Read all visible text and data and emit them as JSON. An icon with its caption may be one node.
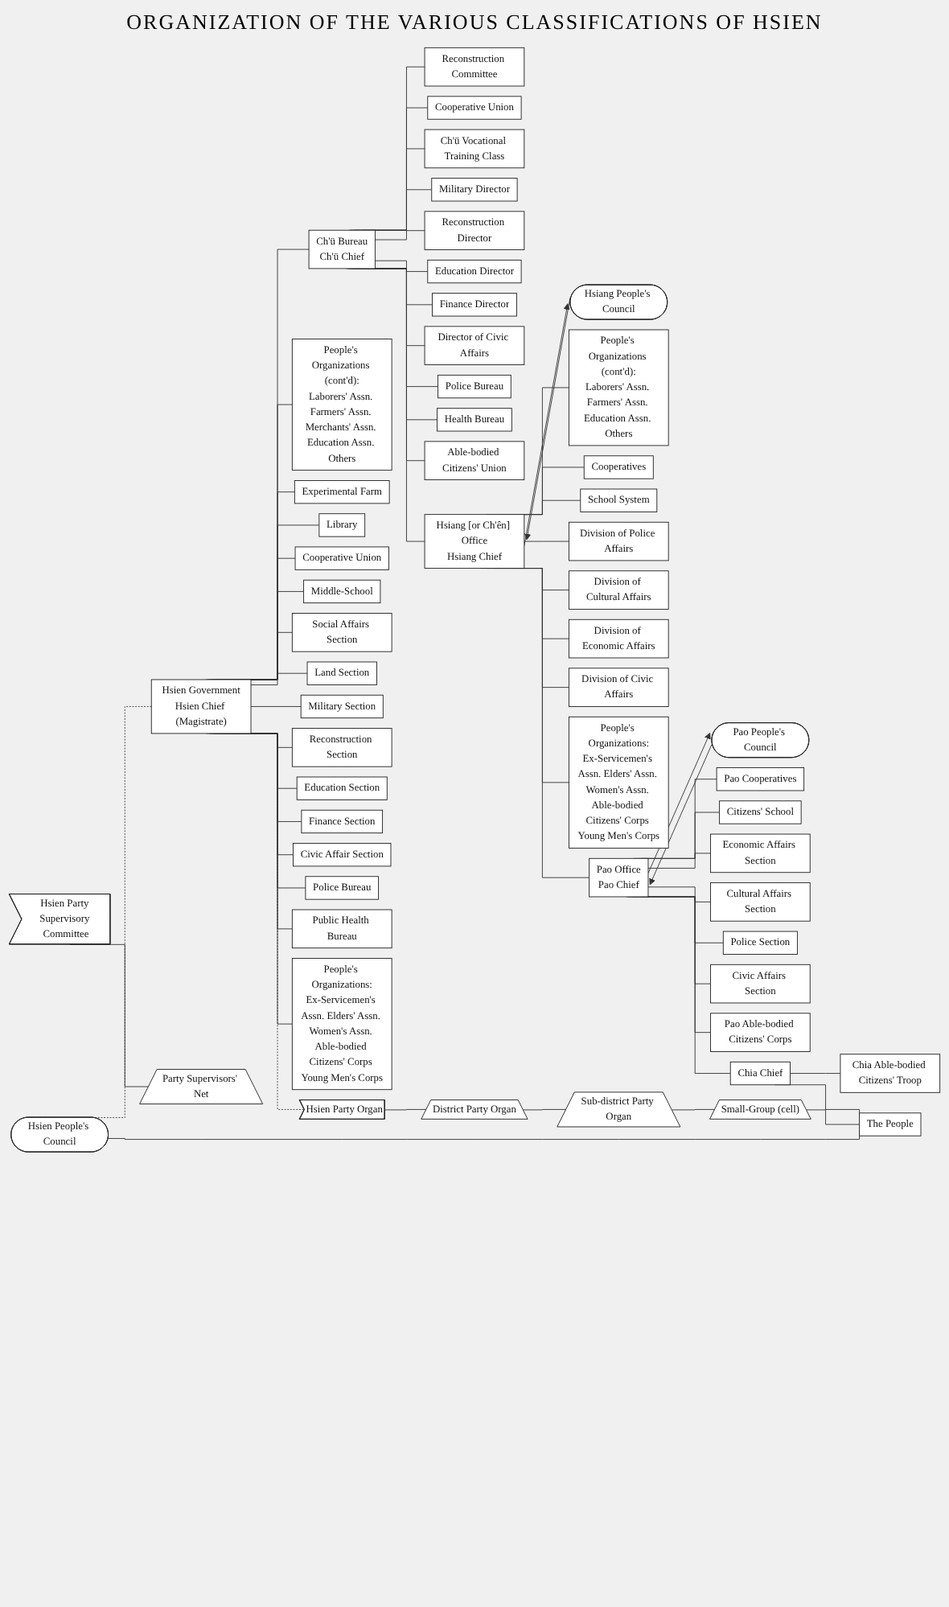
{
  "diagram": {
    "title": "ORGANIZATION OF THE VARIOUS CLASSIFICATIONS OF HSIEN",
    "nodes": [
      {
        "text": [
          "Hsien People's Council"
        ]
      },
      {
        "text": [
          "Hsien Government",
          "Hsien Chief (Magistrate)"
        ]
      },
      {
        "text": [
          "Hsien Party Organ"
        ]
      },
      {
        "text": [
          "Hsien Party Supervisory Committee"
        ]
      },
      {
        "text": [
          "People's Organizations (cont'd):",
          "Laborers' Assn. Farmers' Assn. Merchants' Assn. Education Assn. Others"
        ]
      },
      {
        "text": [
          "Experimental Farm"
        ]
      },
      {
        "text": [
          "Library"
        ]
      },
      {
        "text": [
          "Cooperative Union"
        ]
      },
      {
        "text": [
          "Middle-School"
        ]
      },
      {
        "text": [
          "Social Affairs Section"
        ]
      },
      {
        "text": [
          "Land Section"
        ]
      },
      {
        "text": [
          "Military Section"
        ]
      },
      {
        "text": [
          "Reconstruction Section"
        ]
      },
      {
        "text": [
          "Education Section"
        ]
      },
      {
        "text": [
          "Finance Section"
        ]
      },
      {
        "text": [
          "Civic Affair Section"
        ]
      },
      {
        "text": [
          "Police Bureau"
        ]
      },
      {
        "text": [
          "Public Health Bureau"
        ]
      },
      {
        "text": [
          "People's Organizations:",
          "Ex-Servicemen's Assn. Elders' Assn. Women's Assn. Able-bodied Citizens' Corps Young Men's Corps"
        ]
      },
      {
        "text": [
          "Ch'ü Bureau",
          "Ch'ü Chief"
        ]
      },
      {
        "text": [
          "Reconstruction Committee"
        ]
      },
      {
        "text": [
          "Cooperative Union"
        ]
      },
      {
        "text": [
          "Ch'ü Vocational Training Class"
        ]
      },
      {
        "text": [
          "Military Director"
        ]
      },
      {
        "text": [
          "Reconstruction Director"
        ]
      },
      {
        "text": [
          "Education Director"
        ]
      },
      {
        "text": [
          "Finance Director"
        ]
      },
      {
        "text": [
          "Director of Civic Affairs"
        ]
      },
      {
        "text": [
          "Police Bureau"
        ]
      },
      {
        "text": [
          "Health Bureau"
        ]
      },
      {
        "text": [
          "Able-bodied Citizens' Union"
        ]
      },
      {
        "text": [
          "District Party Organ"
        ]
      },
      {
        "text": [
          "Hsiang People's Council"
        ]
      },
      {
        "text": [
          "Hsiang [or Ch'ên] Office",
          "Hsiang Chief"
        ]
      },
      {
        "text": [
          "People's Organizations (cont'd):",
          "Laborers' Assn. Farmers' Assn. Education Assn. Others"
        ]
      },
      {
        "text": [
          "Cooperatives"
        ]
      },
      {
        "text": [
          "School System"
        ]
      },
      {
        "text": [
          "Division of Police Affairs"
        ]
      },
      {
        "text": [
          "Division of Cultural Affairs"
        ]
      },
      {
        "text": [
          "Division of Economic Affairs"
        ]
      },
      {
        "text": [
          "Division of Civic Affairs"
        ]
      },
      {
        "text": [
          "People's Organizations:",
          "Ex-Servicemen's Assn. Elders' Assn. Women's Assn. Able-bodied Citizens' Corps Young Men's Corps"
        ]
      },
      {
        "text": [
          "Sub-district Party Organ"
        ]
      },
      {
        "text": [
          "Pao People's Council"
        ]
      },
      {
        "text": [
          "Pao Office",
          "Pao Chief"
        ]
      },
      {
        "text": [
          "Pao Cooperatives"
        ]
      },
      {
        "text": [
          "Citizens' School"
        ]
      },
      {
        "text": [
          "Economic Affairs Section"
        ]
      },
      {
        "text": [
          "Cultural Affairs Section"
        ]
      },
      {
        "text": [
          "Police Section"
        ]
      },
      {
        "text": [
          "Civic Affairs Section"
        ]
      },
      {
        "text": [
          "Pao Able-bodied Citizens' Corps"
        ]
      },
      {
        "text": [
          "Small-Group (cell)"
        ]
      },
      {
        "text": [
          "Chia Chief"
        ]
      },
      {
        "text": [
          "Chia Able-bodied Citizens' Troop"
        ]
      },
      {
        "text": [
          "Party Supervisors' Net"
        ]
      },
      {
        "text": [
          "The People"
        ]
      }
    ],
    "edges": [
      {
        "from": 0,
        "to": 1,
        "arrow": "none",
        "style": "dashed"
      },
      {
        "from": 1,
        "to": 2,
        "arrow": "none",
        "style": "dashed"
      },
      {
        "from": 0,
        "to": 56,
        "arrow": "none"
      },
      {
        "from": 1,
        "to": 4,
        "arrow": "none"
      },
      {
        "from": 1,
        "to": 5,
        "arrow": "none"
      },
      {
        "from": 1,
        "to": 6,
        "arrow": "none"
      },
      {
        "from": 1,
        "to": 7,
        "arrow": "none"
      },
      {
        "from": 1,
        "to": 8,
        "arrow": "none"
      },
      {
        "from": 1,
        "to": 9,
        "arrow": "none"
      },
      {
        "from": 1,
        "to": 10,
        "arrow": "none"
      },
      {
        "from": 1,
        "to": 11,
        "arrow": "none"
      },
      {
        "from": 1,
        "to": 12,
        "arrow": "none"
      },
      {
        "from": 1,
        "to": 13,
        "arrow": "none"
      },
      {
        "from": 1,
        "to": 14,
        "arrow": "none"
      },
      {
        "from": 1,
        "to": 15,
        "arrow": "none"
      },
      {
        "from": 1,
        "to": 16,
        "arrow": "none"
      },
      {
        "from": 1,
        "to": 17,
        "arrow": "none"
      },
      {
        "from": 1,
        "to": 18,
        "arrow": "none"
      },
      {
        "from": 1,
        "to": 19,
        "arrow": "none"
      },
      {
        "from": 19,
        "to": 20,
        "arrow": "none"
      },
      {
        "from": 19,
        "to": 21,
        "arrow": "none"
      },
      {
        "from": 19,
        "to": 22,
        "arrow": "none"
      },
      {
        "from": 19,
        "to": 23,
        "arrow": "none"
      },
      {
        "from": 19,
        "to": 24,
        "arrow": "none"
      },
      {
        "from": 19,
        "to": 25,
        "arrow": "none"
      },
      {
        "from": 19,
        "to": 26,
        "arrow": "none"
      },
      {
        "from": 19,
        "to": 27,
        "arrow": "none"
      },
      {
        "from": 19,
        "to": 28,
        "arrow": "none"
      },
      {
        "from": 19,
        "to": 29,
        "arrow": "none"
      },
      {
        "from": 19,
        "to": 30,
        "arrow": "none"
      },
      {
        "from": 2,
        "to": 31,
        "arrow": "none"
      },
      {
        "from": 19,
        "to": 33,
        "arrow": "none"
      },
      {
        "from": 32,
        "to": 33,
        "arrow": "to"
      },
      {
        "from": 33,
        "to": 32,
        "arrow": "to"
      },
      {
        "from": 33,
        "to": 34,
        "arrow": "none"
      },
      {
        "from": 33,
        "to": 35,
        "arrow": "none"
      },
      {
        "from": 33,
        "to": 36,
        "arrow": "none"
      },
      {
        "from": 33,
        "to": 37,
        "arrow": "none"
      },
      {
        "from": 33,
        "to": 38,
        "arrow": "none"
      },
      {
        "from": 33,
        "to": 39,
        "arrow": "none"
      },
      {
        "from": 33,
        "to": 40,
        "arrow": "none"
      },
      {
        "from": 33,
        "to": 41,
        "arrow": "none"
      },
      {
        "from": 31,
        "to": 42,
        "arrow": "none"
      },
      {
        "from": 33,
        "to": 44,
        "arrow": "none"
      },
      {
        "from": 44,
        "to": 43,
        "arrow": "to"
      },
      {
        "from": 43,
        "to": 44,
        "arrow": "to"
      },
      {
        "from": 44,
        "to": 45,
        "arrow": "none"
      },
      {
        "from": 44,
        "to": 46,
        "arrow": "none"
      },
      {
        "from": 44,
        "to": 47,
        "arrow": "none"
      },
      {
        "from": 44,
        "to": 48,
        "arrow": "none"
      },
      {
        "from": 44,
        "to": 49,
        "arrow": "none"
      },
      {
        "from": 44,
        "to": 50,
        "arrow": "none"
      },
      {
        "from": 44,
        "to": 51,
        "arrow": "none"
      },
      {
        "from": 42,
        "to": 52,
        "arrow": "none"
      },
      {
        "from": 44,
        "to": 53,
        "arrow": "none"
      },
      {
        "from": 53,
        "to": 54,
        "arrow": "none"
      },
      {
        "from": 3,
        "to": 55,
        "arrow": "none"
      },
      {
        "from": 53,
        "to": 56,
        "arrow": "none"
      },
      {
        "from": 52,
        "to": 56,
        "arrow": "none"
      }
    ]
  }
}
